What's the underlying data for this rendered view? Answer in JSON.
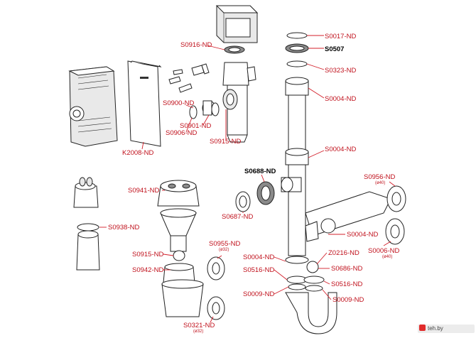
{
  "labels": {
    "S0017": "S0017-ND",
    "S0507": "S0507",
    "S0323": "S0323-ND",
    "S0004_a": "S0004-ND",
    "S0004_b": "S0004-ND",
    "S0916": "S0916-ND",
    "S0900": "S0900-ND",
    "S0901": "S0901-ND",
    "S0906": "S0906-ND",
    "S0915_a": "S0915-ND",
    "K2008": "K2008-ND",
    "S0688": "S0688-ND",
    "S0687": "S0687-ND",
    "S0956": "S0956-ND",
    "S0956_sub": "(ø40)",
    "S0006": "S0006-ND",
    "S0006_sub": "(ø40)",
    "S0004_c": "S0004-ND",
    "S0941": "S0941-ND",
    "S0938": "S0938-ND",
    "S0915_b": "S0915-ND",
    "S0942": "S0942-ND",
    "S0955": "S0955-ND",
    "S0955_sub": "(ø32)",
    "S0004_d": "S0004-ND",
    "Z0216": "Z0216-ND",
    "S0516_a": "S0516-ND",
    "S0686": "S0686-ND",
    "S0516_b": "S0516-ND",
    "S0009_a": "S0009-ND",
    "S0009_b": "S0009-ND",
    "S0321": "S0321-ND",
    "S0321_sub": "(ø32)"
  },
  "watermark": "teh.by",
  "colors": {
    "label": "#c0111c",
    "leader": "#d31f2a",
    "outline": "#222222",
    "highlight_label": "#000000"
  }
}
